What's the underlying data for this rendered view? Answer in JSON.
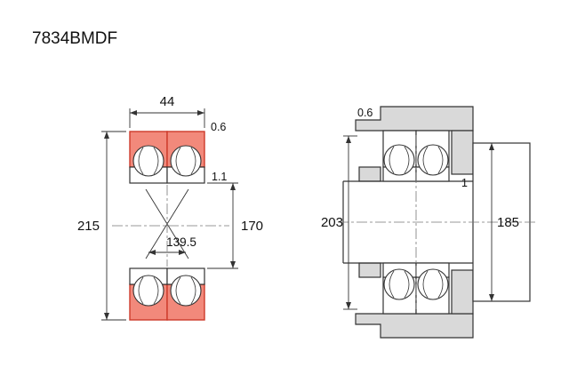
{
  "title": "7834BMDF",
  "colors": {
    "ring_fill": "#F2897B",
    "ring_stroke": "#CD3A2A",
    "housing_fill": "#D9D9D9",
    "line": "#333333"
  },
  "left_view": {
    "width": "44",
    "outer_chamfer": "0.6",
    "inner_chamfer": "1.1",
    "outer_diameter": "215",
    "bore_diameter": "170",
    "load_center_distance": "139.5"
  },
  "right_view": {
    "housing_fillet": "0.6",
    "shaft_fillet": "1",
    "housing_abutment_diameter": "203",
    "shaft_abutment_diameter": "185"
  }
}
